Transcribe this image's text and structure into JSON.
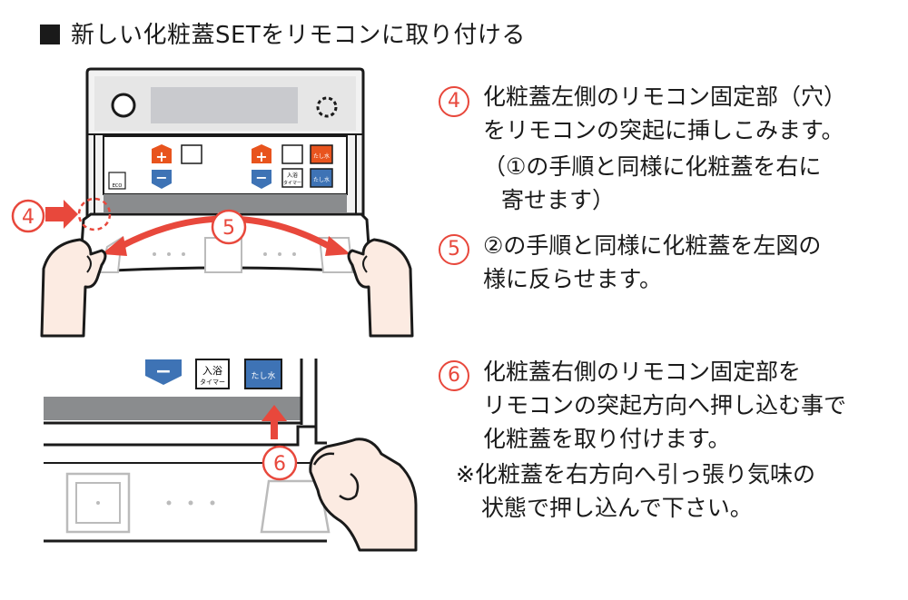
{
  "title": "新しい化粧蓋SETをリモコンに取り付ける",
  "steps": [
    {
      "num": "4",
      "lines": [
        "化粧蓋左側のリモコン固定部（穴）",
        "をリモコンの突起に挿しこみます。"
      ],
      "note_lines": [
        "（①の手順と同様に化粧蓋を右に",
        "寄せます）"
      ]
    },
    {
      "num": "5",
      "lines": [
        "②の手順と同様に化粧蓋を左図の",
        "様に反らせます。"
      ]
    },
    {
      "num": "6",
      "lines": [
        "化粧蓋右側のリモコン固定部を",
        "リモコンの突起方向へ押し込む事で",
        "化粧蓋を取り付けます。"
      ],
      "note_lines": [
        "※化粧蓋を右方向へ引っ張り気味の",
        "状態で押し込んで下さい。"
      ]
    }
  ],
  "illustration": {
    "callouts": [
      "4",
      "5",
      "6"
    ],
    "top_buttons": {
      "plus": "+",
      "minus": "−",
      "eco": "ECO",
      "tashimizu": "たし水",
      "nyuyoku_line1": "入浴",
      "nyuyoku_line2": "タイマー"
    },
    "bottom_buttons": {
      "minus": "−",
      "nyuyoku_line1": "入浴",
      "nyuyoku_line2": "タイマー",
      "tashimizu": "たし水"
    }
  },
  "colors": {
    "accent_red": "#e8483c",
    "orange_button": "#e8541e",
    "blue_button": "#3e73b5",
    "panel_gray": "#8a8c8e",
    "display_gray": "#c9cace"
  }
}
